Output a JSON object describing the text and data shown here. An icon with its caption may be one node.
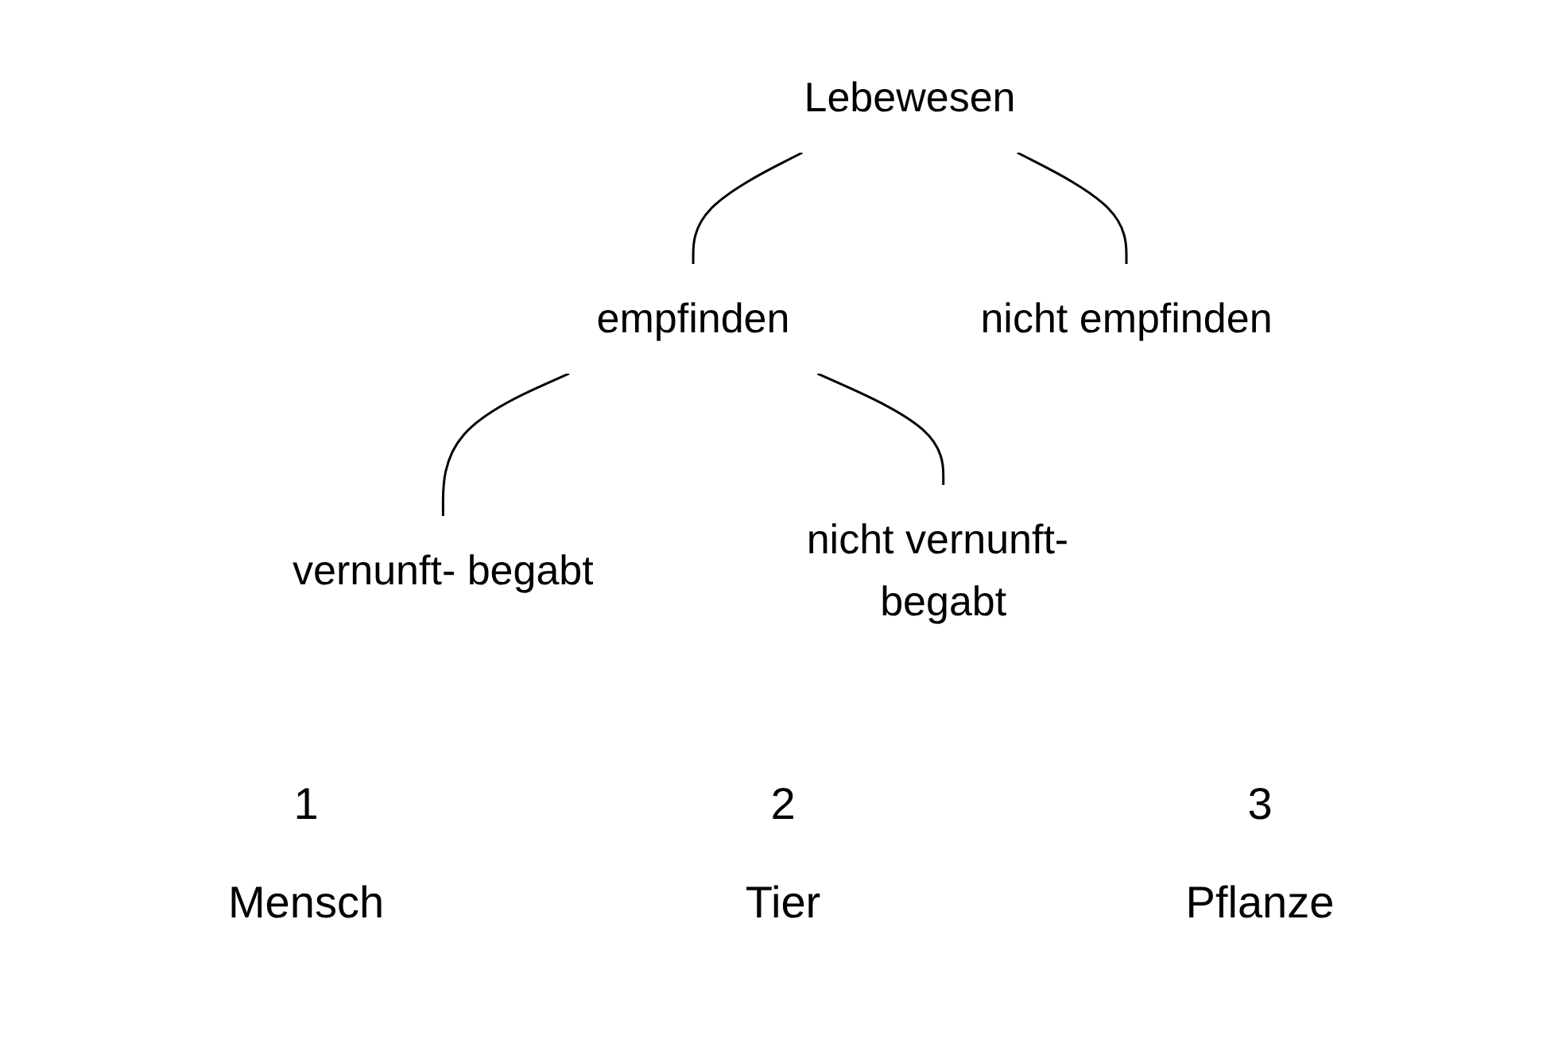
{
  "diagram": {
    "nodes": [
      {
        "text": [
          "Lebewesen"
        ]
      },
      {
        "text": [
          "empfinden"
        ]
      },
      {
        "text": [
          "nicht empfinden"
        ]
      },
      {
        "text": [
          "vernunft- begabt"
        ]
      },
      {
        "text": [
          "nicht vernunft- begabt"
        ]
      }
    ],
    "edges": [
      {
        "from": 0,
        "to": 1,
        "arrow": "none"
      },
      {
        "from": 0,
        "to": 2,
        "arrow": "none"
      },
      {
        "from": 1,
        "to": 3,
        "arrow": "none"
      },
      {
        "from": 1,
        "to": 4,
        "arrow": "none"
      }
    ],
    "labels": [
      "1",
      "2",
      "3",
      "Mensch",
      "Tier",
      "Pflanze"
    ]
  }
}
